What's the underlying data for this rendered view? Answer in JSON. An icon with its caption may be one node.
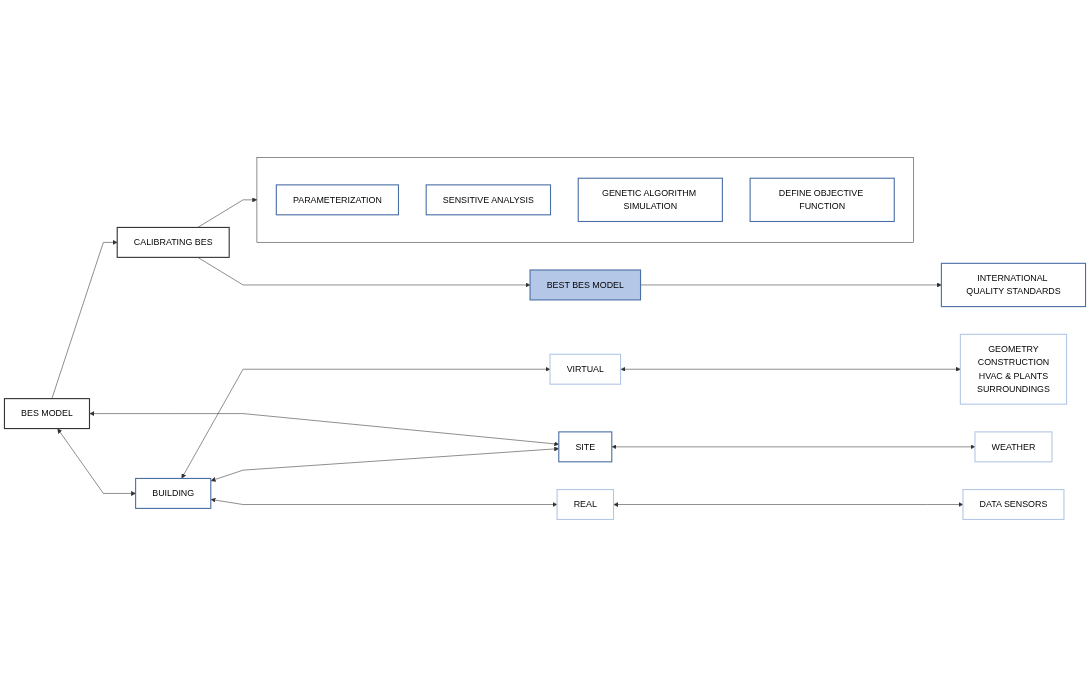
{
  "diagram": {
    "nodes": [
      {
        "text": [
          "BES MODEL"
        ]
      },
      {
        "text": [
          "BUILDING"
        ]
      },
      {
        "text": [
          "SITE"
        ]
      },
      {
        "text": [
          "REAL"
        ]
      },
      {
        "text": [
          "DATA SENSORS"
        ]
      },
      {
        "text": [
          "VIRTUAL"
        ]
      },
      {
        "text": [
          "GEOMETRY",
          "CONSTRUCTION",
          "HVAC & PLANTS",
          "SURROUNDINGS"
        ]
      },
      {
        "text": [
          "WEATHER"
        ]
      },
      {
        "text": [
          "CALIBRATING BES"
        ]
      },
      {
        "text": [],
        "shape": "bracket"
      },
      {
        "text": [
          "PARAMETERIZATION"
        ],
        "in": 9
      },
      {
        "text": [
          "SENSITIVE ANALYSIS"
        ],
        "in": 9
      },
      {
        "text": [
          "GENETIC ALGORITHM SIMULATION"
        ],
        "in": 9
      },
      {
        "text": [
          "DEFINE OBJECTIVE FUNCTION"
        ],
        "in": 9
      },
      {
        "text": [
          "BEST BES MODEL"
        ]
      },
      {
        "text": [
          "INTERNATIONAL QUALITY STANDARDS"
        ]
      }
    ],
    "edges": [
      {
        "from": 0,
        "to": 1,
        "arrow": "both"
      },
      {
        "from": 0,
        "to": 2,
        "arrow": "both"
      },
      {
        "from": 1,
        "to": 2,
        "arrow": "both"
      },
      {
        "from": 1,
        "to": 3,
        "arrow": "both"
      },
      {
        "from": 3,
        "to": 4,
        "arrow": "both"
      },
      {
        "from": 1,
        "to": 5,
        "arrow": "both"
      },
      {
        "from": 5,
        "to": 6,
        "arrow": "both"
      },
      {
        "from": 2,
        "to": 7,
        "arrow": "both"
      },
      {
        "from": 0,
        "to": 8,
        "arrow": "to"
      },
      {
        "from": 8,
        "to": 9,
        "arrow": "to"
      },
      {
        "from": 8,
        "to": 14,
        "arrow": "to"
      },
      {
        "from": 14,
        "to": 15,
        "arrow": "to"
      }
    ]
  }
}
